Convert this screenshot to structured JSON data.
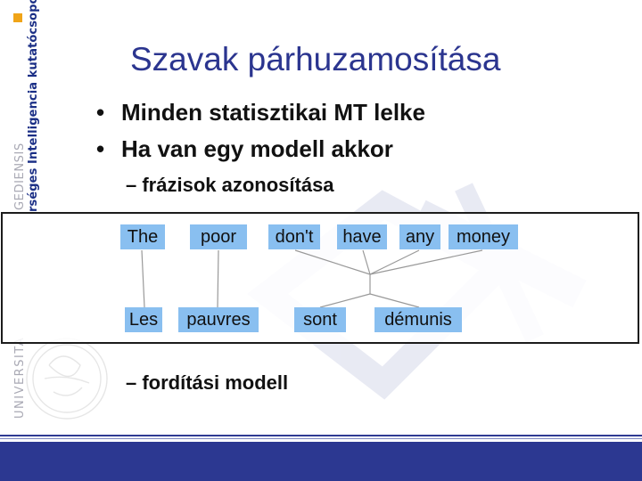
{
  "branding": {
    "group_text": "rséges Intelligencia kutatócsoport",
    "gedi_text": "GEDIENSIS",
    "university_text": "UNIVERSITA",
    "accent_color": "#f0a418"
  },
  "slide": {
    "title": "Szavak párhuzamosítása",
    "bullets": [
      {
        "marker": "•",
        "text": "Minden statisztikai MT lelke"
      },
      {
        "marker": "•",
        "text": "Ha van egy modell akkor"
      }
    ],
    "subitems": [
      "– frázisok azonosítása",
      "– fordítási modell"
    ]
  },
  "alignment": {
    "source_words": [
      "The",
      "poor",
      "don't",
      "have",
      "any",
      "money"
    ],
    "target_words": [
      "Les",
      "pauvres",
      "sont",
      "démunis"
    ],
    "box_color": "#89bff0"
  }
}
